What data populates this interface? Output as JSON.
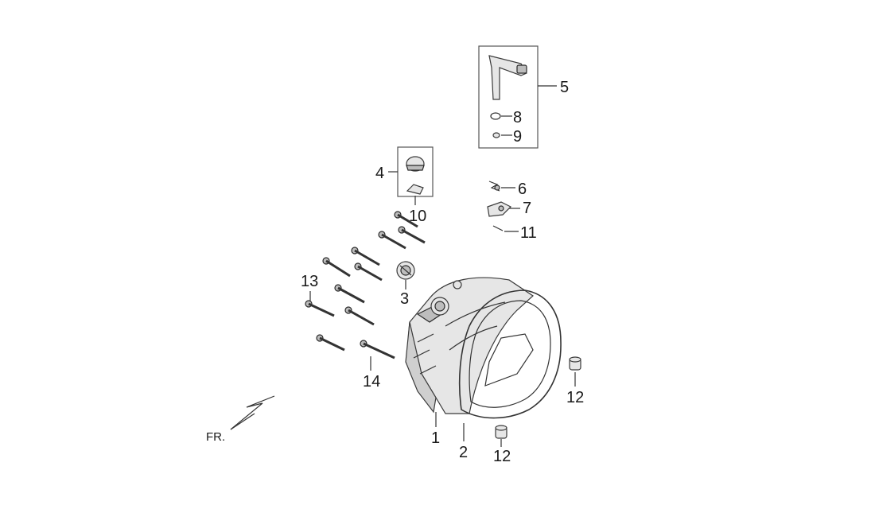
{
  "diagram": {
    "direction_label": "FR.",
    "callouts": {
      "p1": "1",
      "p2": "2",
      "p3": "3",
      "p4": "4",
      "p5": "5",
      "p6": "6",
      "p7": "7",
      "p8": "8",
      "p9": "9",
      "p10": "10",
      "p11": "11",
      "p12a": "12",
      "p12b": "12",
      "p13": "13",
      "p14": "14"
    }
  }
}
